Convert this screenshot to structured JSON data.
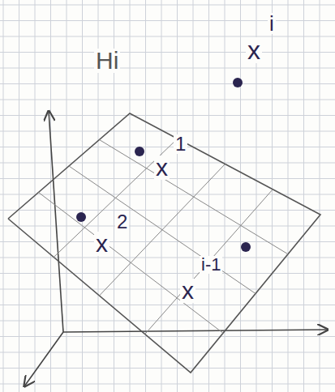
{
  "diagram": {
    "labels": [
      "Hi",
      "x",
      "i",
      "x",
      "1",
      "x",
      "2",
      "x",
      "i-1"
    ]
  }
}
